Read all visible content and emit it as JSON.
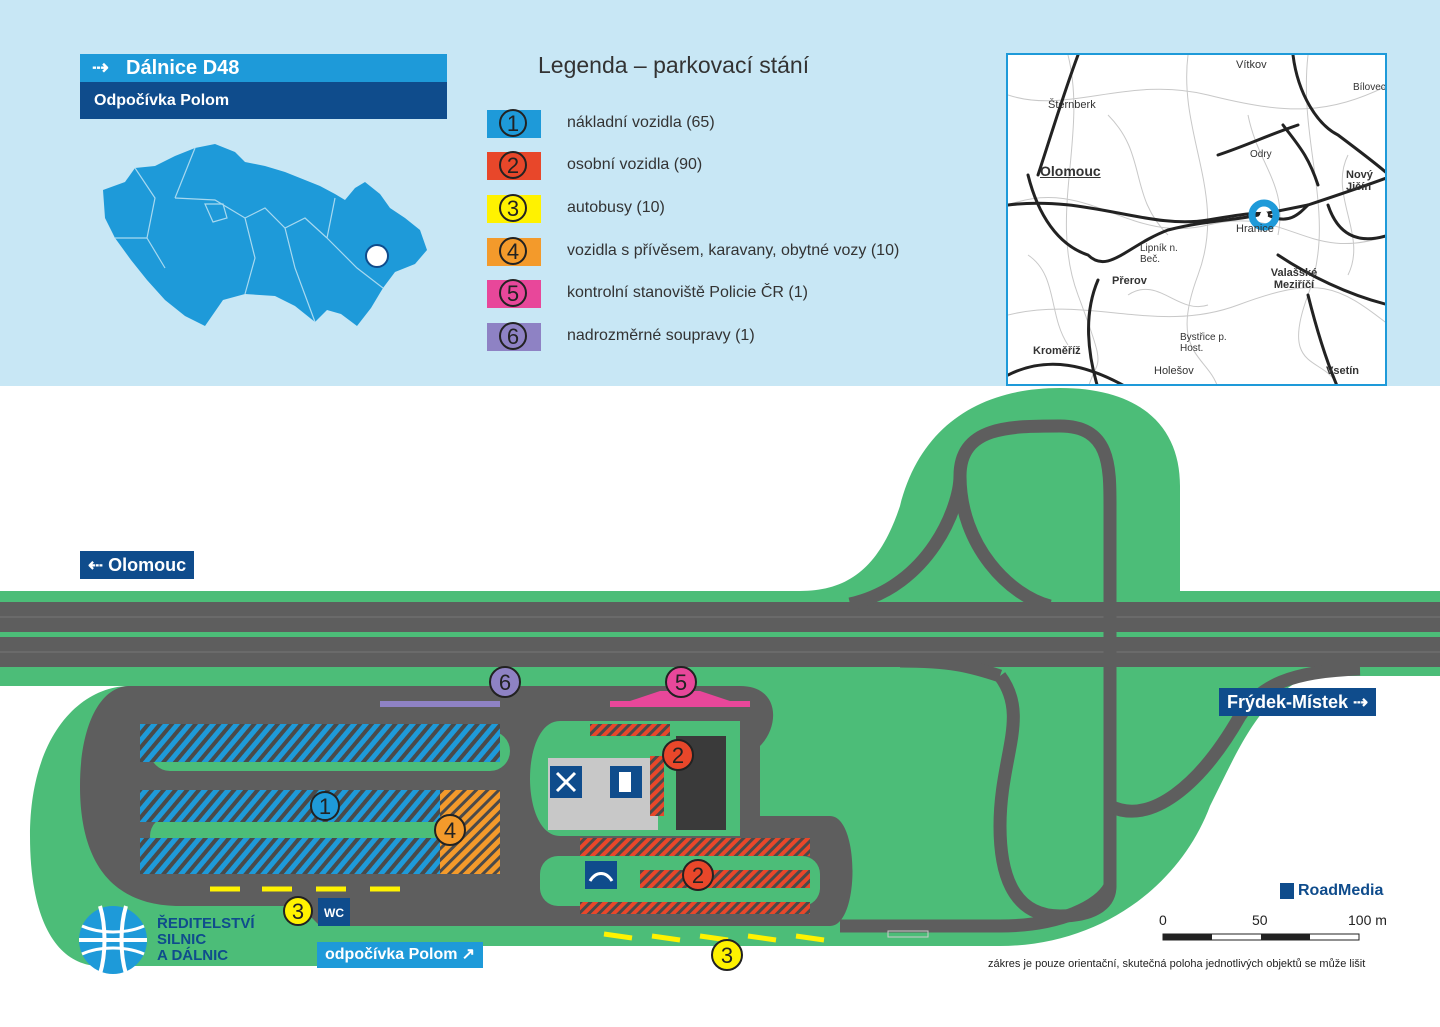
{
  "header": {
    "road": "Dálnice D48",
    "rest_area": "Odpočívka Polom"
  },
  "legend": {
    "title": "Legenda – parkovací stání",
    "items": [
      {
        "num": "1",
        "label": "nákladní vozidla (65)",
        "color": "#1e9ad9"
      },
      {
        "num": "2",
        "label": "osobní vozidla (90)",
        "color": "#e8472a"
      },
      {
        "num": "3",
        "label": "autobusy (10)",
        "color": "#fff200"
      },
      {
        "num": "4",
        "label": "vozidla s přívěsem, karavany, obytné vozy (10)",
        "color": "#f39a2b"
      },
      {
        "num": "5",
        "label": "kontrolní stanoviště Policie ČR (1)",
        "color": "#e8479a"
      },
      {
        "num": "6",
        "label": "nadrozměrné soupravy (1)",
        "color": "#8e82c4"
      }
    ]
  },
  "inset_map": {
    "places": [
      "Vítkov",
      "Bílovec",
      "Šternberk",
      "Odry",
      "Olomouc",
      "Nový Jičín",
      "Hranice",
      "Lipník n. Beč.",
      "Přerov",
      "Valašské Meziříčí",
      "Bystřice p. Host.",
      "Kroměříž",
      "Holešov",
      "Vsetín"
    ]
  },
  "directions": {
    "west": "Olomouc",
    "east": "Frýdek-Místek"
  },
  "facilities": {
    "wc": "WC",
    "restaurant_icon": "fork-knife-icon",
    "shop_icon": "fuel-icon",
    "playground_icon": "playground-icon"
  },
  "rest_area_sign": "odpočívka Polom",
  "logo": {
    "line1": "ŘEDITELSTVÍ",
    "line2": "SILNIC",
    "line3": "A DÁLNIC"
  },
  "brand": "RoadMedia",
  "scale": {
    "l0": "0",
    "l1": "50",
    "l2": "100 m"
  },
  "note": "zákres je pouze orientační, skutečná poloha jednotlivých objektů se může lišit",
  "colors": {
    "grass": "#4cbd78",
    "road": "#5e5e5e",
    "sky": "#c8e7f5",
    "brand_blue": "#0f4c8c",
    "light_blue": "#1e9ad9"
  }
}
